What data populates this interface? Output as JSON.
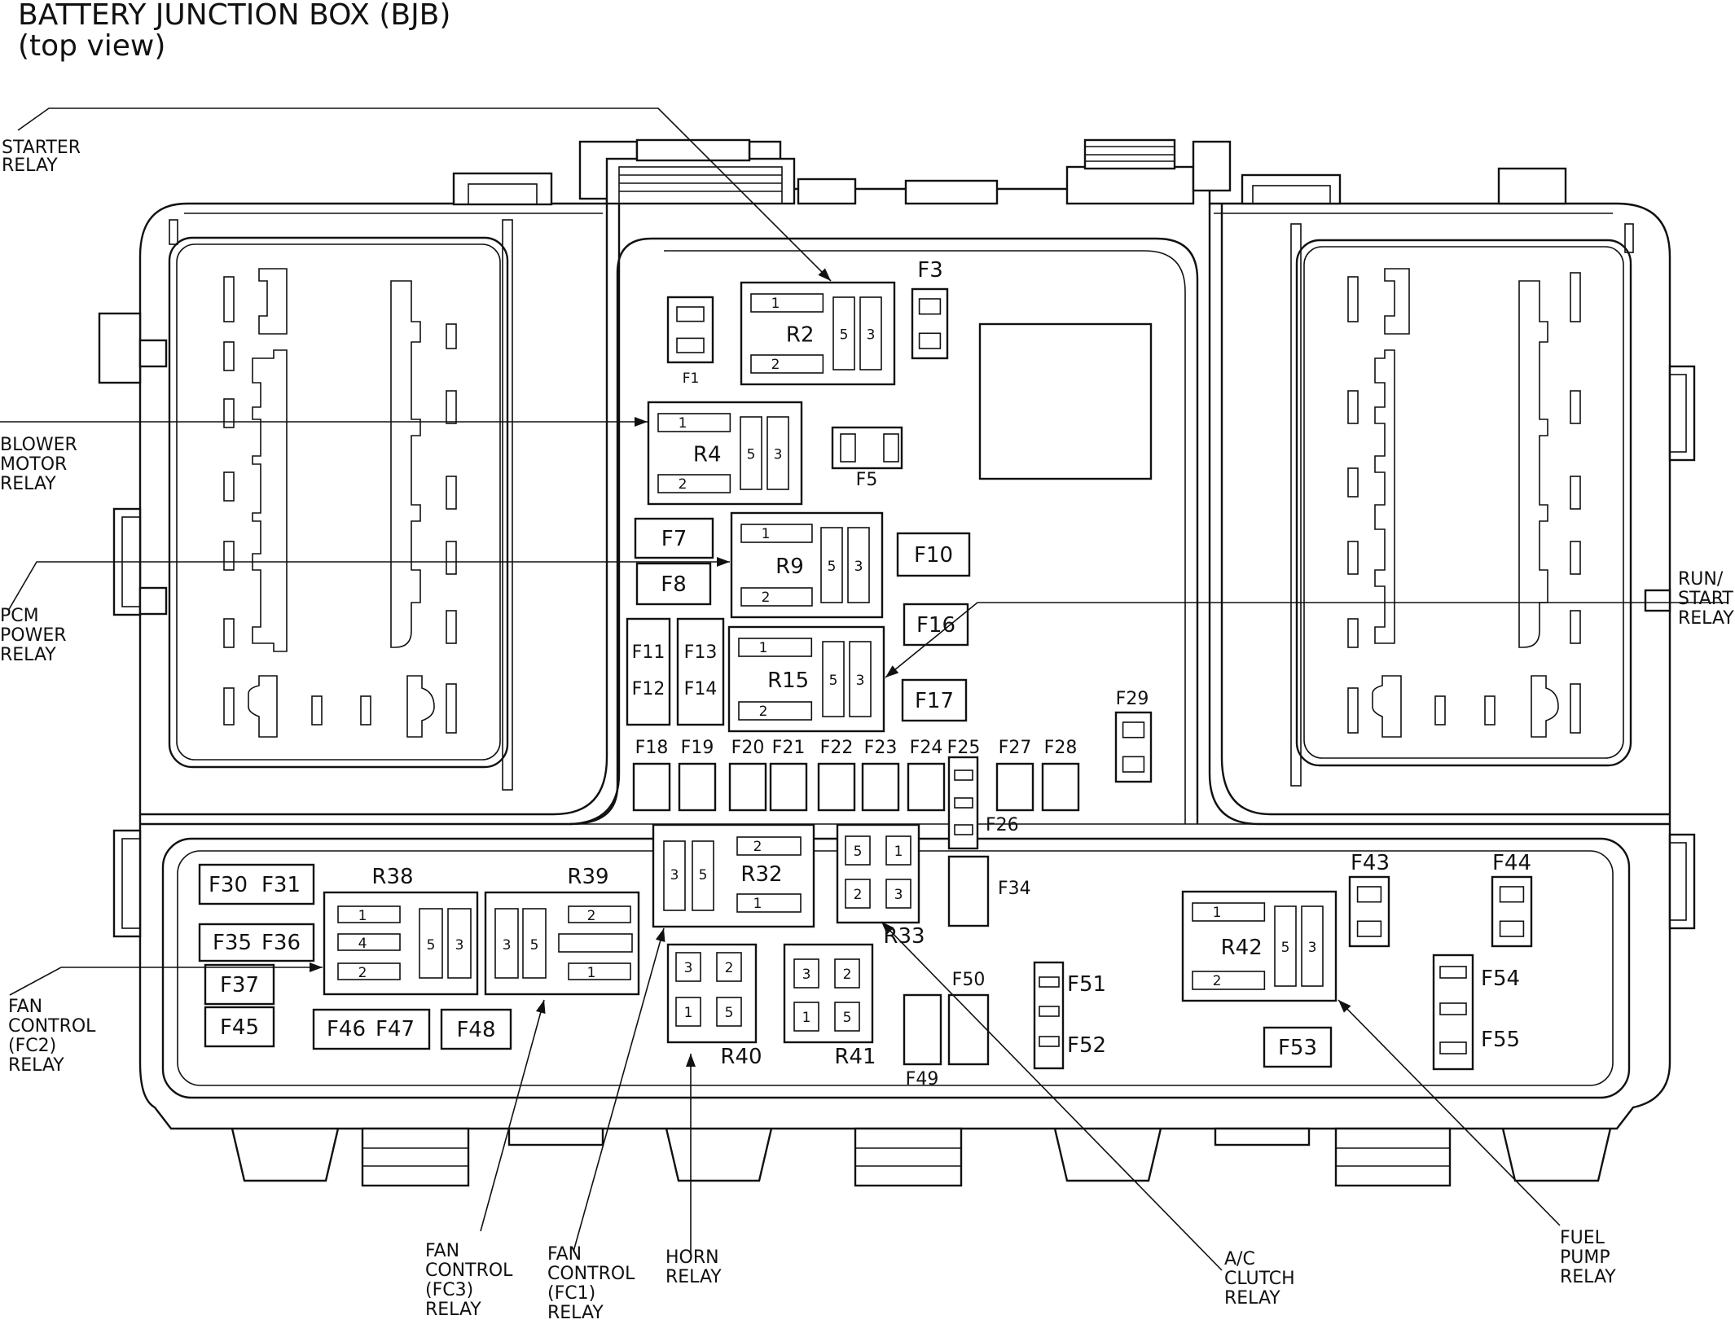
{
  "title": {
    "line1": "BATTERY JUNCTION BOX (BJB)",
    "line2": "(top view)"
  },
  "callouts": {
    "starter": [
      "STARTER",
      "RELAY"
    ],
    "blower": [
      "BLOWER",
      "MOTOR",
      "RELAY"
    ],
    "pcm": [
      "PCM",
      "POWER",
      "RELAY"
    ],
    "fc2": [
      "FAN",
      "CONTROL",
      "(FC2)",
      "RELAY"
    ],
    "fc3": [
      "FAN",
      "CONTROL",
      "(FC3)",
      "RELAY"
    ],
    "fc1": [
      "FAN",
      "CONTROL",
      "(FC1)",
      "RELAY"
    ],
    "horn": [
      "HORN",
      "RELAY"
    ],
    "ac": [
      "A/C",
      "CLUTCH",
      "RELAY"
    ],
    "fuel": [
      "FUEL",
      "PUMP",
      "RELAY"
    ],
    "run": [
      "RUN/",
      "START",
      "RELAY"
    ]
  },
  "relays": {
    "R2": "R2",
    "R4": "R4",
    "R9": "R9",
    "R15": "R15",
    "R32": "R32",
    "R33": "R33",
    "R38": "R38",
    "R39": "R39",
    "R40": "R40",
    "R41": "R41",
    "R42": "R42"
  },
  "pins": {
    "p1": "1",
    "p2": "2",
    "p3": "3",
    "p4": "4",
    "p5": "5"
  },
  "fuses": {
    "F1": "F1",
    "F3": "F3",
    "F5": "F5",
    "F7": "F7",
    "F8": "F8",
    "F10": "F10",
    "F11": "F11",
    "F12": "F12",
    "F13": "F13",
    "F14": "F14",
    "F16": "F16",
    "F17": "F17",
    "F18": "F18",
    "F19": "F19",
    "F20": "F20",
    "F21": "F21",
    "F22": "F22",
    "F23": "F23",
    "F24": "F24",
    "F25": "F25",
    "F26": "F26",
    "F27": "F27",
    "F28": "F28",
    "F29": "F29",
    "F30": "F30",
    "F31": "F31",
    "F34": "F34",
    "F35": "F35",
    "F36": "F36",
    "F37": "F37",
    "F43": "F43",
    "F44": "F44",
    "F45": "F45",
    "F46": "F46",
    "F47": "F47",
    "F48": "F48",
    "F49": "F49",
    "F50": "F50",
    "F51": "F51",
    "F52": "F52",
    "F53": "F53",
    "F54": "F54",
    "F55": "F55"
  }
}
